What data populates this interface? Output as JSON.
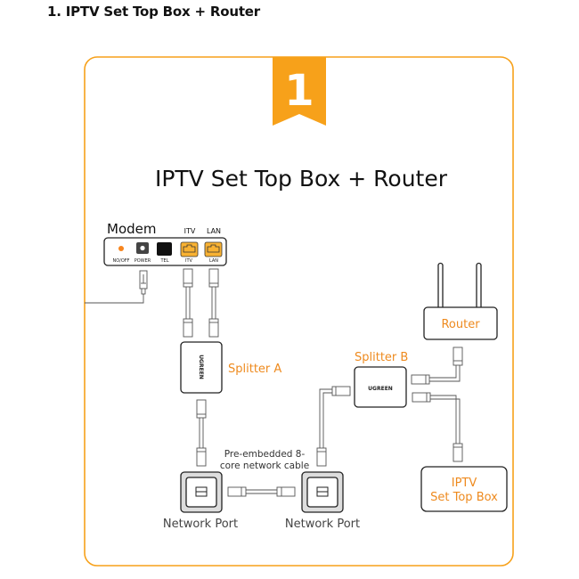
{
  "heading": "1. IPTV Set Top Box + Router",
  "badge_number": "1",
  "diagram_title": "IPTV Set Top Box + Router",
  "modem": {
    "label": "Modem",
    "port_headers": [
      "ITV",
      "LAN"
    ],
    "ports": [
      {
        "label": "NO/OFF",
        "kind": "led"
      },
      {
        "label": "POWER",
        "kind": "power"
      },
      {
        "label": "TEL",
        "kind": "tel"
      },
      {
        "label": "ITV",
        "kind": "ethernet"
      },
      {
        "label": "LAN",
        "kind": "ethernet"
      }
    ]
  },
  "splitter_a": {
    "label": "Splitter A",
    "brand": "UGREEN"
  },
  "splitter_b": {
    "label": "Splitter B",
    "brand": "UGREEN"
  },
  "router": {
    "label": "Router"
  },
  "set_top_box": {
    "label_line1": "IPTV",
    "label_line2": "Set Top Box"
  },
  "cable_note": {
    "line1": "Pre-embedded 8-",
    "line2": "core network cable"
  },
  "network_port_left": "Network Port",
  "network_port_right": "Network Port",
  "colors": {
    "accent": "#F7A11A",
    "label_orange": "#EE8A1E",
    "port_fill": "#F9B233",
    "text": "#222222"
  }
}
